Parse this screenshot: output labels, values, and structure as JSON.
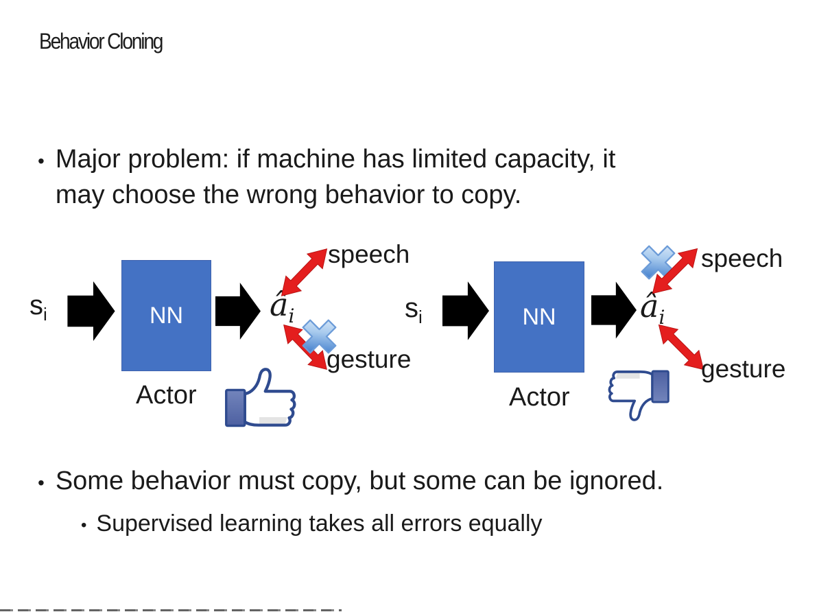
{
  "slide": {
    "title": "Behavior Cloning",
    "bullet1": {
      "marker": "•",
      "line1": "Major problem: if machine has limited capacity, it",
      "line2": "may choose the wrong behavior to copy."
    },
    "bullet2": {
      "marker": "•",
      "text": "Some behavior must copy, but some can be ignored."
    },
    "bullet2_sub": {
      "marker": "•",
      "text": "Supervised learning takes all errors equally"
    },
    "diagrams": [
      {
        "input": {
          "base": "s",
          "sub": "i"
        },
        "nn_label": "NN",
        "actor_label": "Actor",
        "output": {
          "base": "â",
          "sub": "i"
        },
        "speech_label": "speech",
        "gesture_label": "gesture",
        "crossed_out": "gesture",
        "feedback_icon": "thumbs-up"
      },
      {
        "input": {
          "base": "s",
          "sub": "i"
        },
        "nn_label": "NN",
        "actor_label": "Actor",
        "output": {
          "base": "â",
          "sub": "i"
        },
        "speech_label": "speech",
        "gesture_label": "gesture",
        "crossed_out": "speech",
        "feedback_icon": "thumbs-down"
      }
    ],
    "colors": {
      "nn_box": "#4472C4",
      "nn_text": "#FFFFFF",
      "block_arrow": "#000000",
      "red_arrow": "#E41E1E",
      "cross_blue": "#4E8AD4",
      "thumb_outline": "#2F4B8F",
      "thumb_cuff": "#5C6EA8",
      "text": "#1A1A1A"
    }
  }
}
